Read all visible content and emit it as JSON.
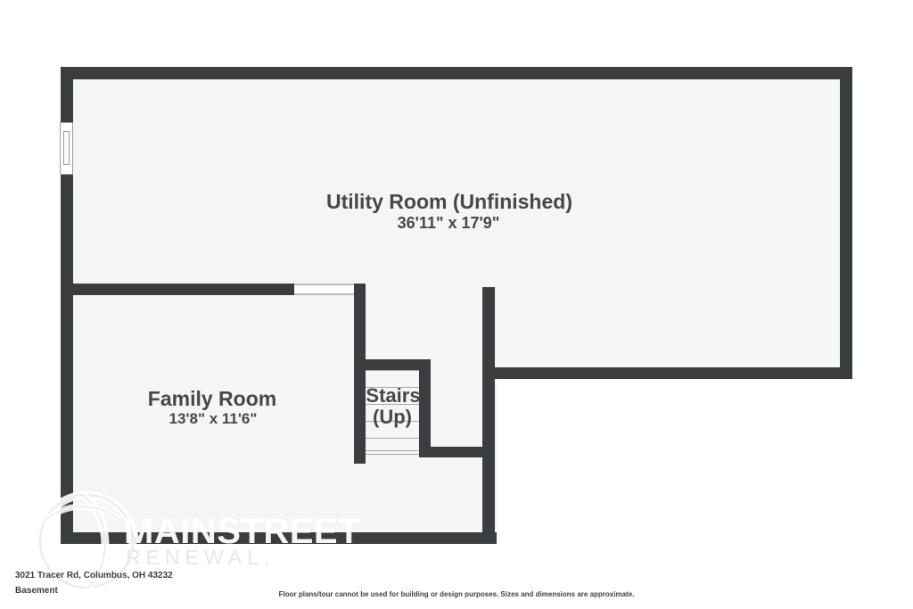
{
  "plan": {
    "rooms": {
      "utility": {
        "name": "Utility Room (Unfinished)",
        "dims": "36'11\" x 17'9\""
      },
      "family": {
        "name": "Family Room",
        "dims": "13'8\" x 11'6\""
      },
      "stairs": {
        "line1": "Stairs",
        "line2": "(Up)"
      }
    }
  },
  "watermark": {
    "brand_top": "MAINSTREET",
    "brand_bottom": "RENEWAL."
  },
  "footer": {
    "address": "3021 Tracer Rd, Columbus, OH 43232",
    "level": "Basement",
    "disclaimer": "Floor plans/tour cannot be used for building or design purposes. Sizes and dimensions are approximate."
  },
  "colors": {
    "wall": "#3b3e40",
    "floor_fill": "#f5f5f4",
    "label_text": "#45484c",
    "step_line": "#a8a8a8",
    "watermark_gray": "#e7e7e7"
  }
}
